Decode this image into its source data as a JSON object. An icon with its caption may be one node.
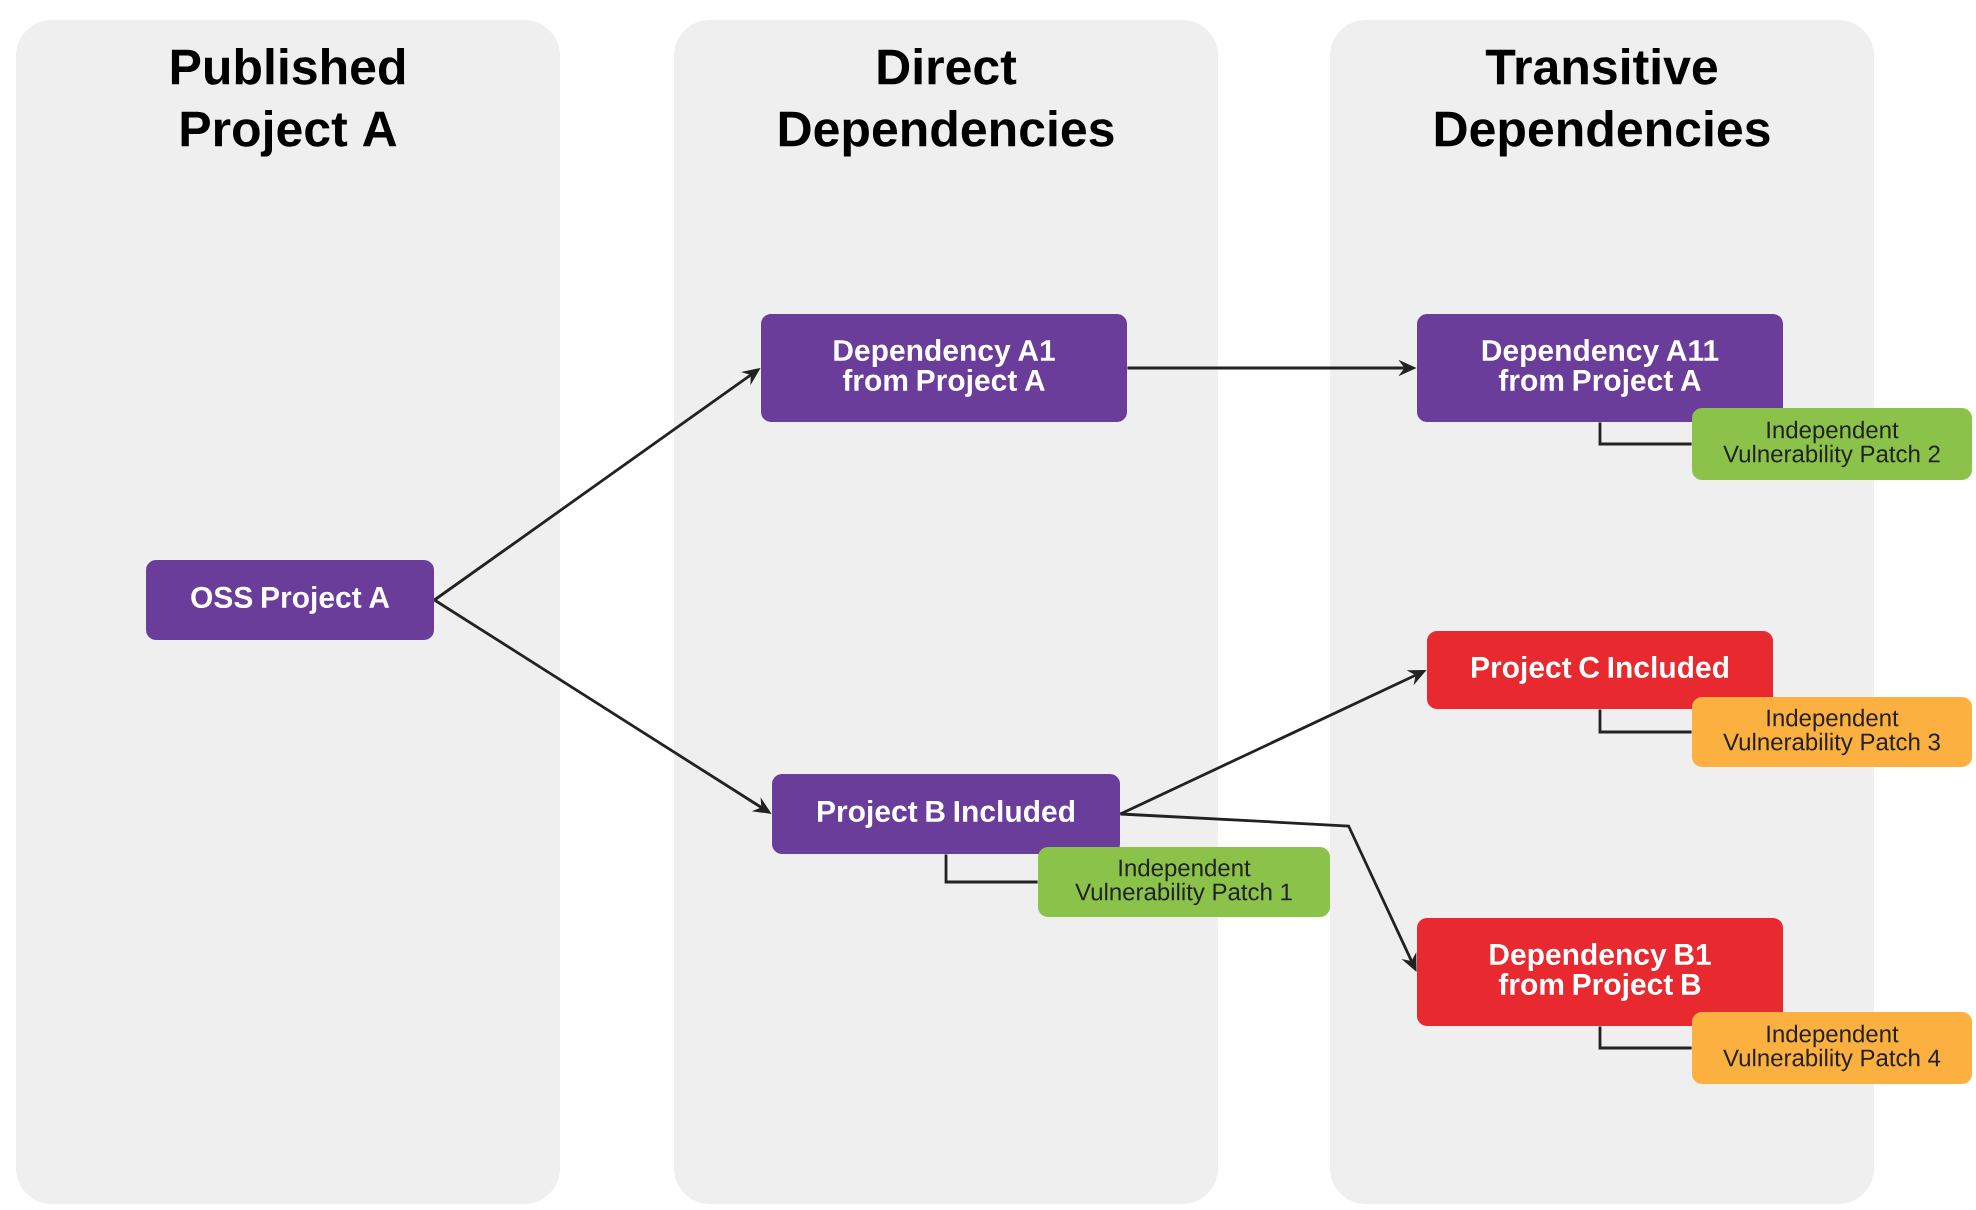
{
  "diagram": {
    "nodes": [
      {
        "text": [
          "Published Project A"
        ]
      },
      {
        "text": [
          "Direct Dependencies"
        ]
      },
      {
        "text": [
          "Transitive Dependencies"
        ]
      },
      {
        "text": [
          "OSS Project A"
        ],
        "in": 0
      },
      {
        "text": [
          "Dependency A1 from Project A"
        ],
        "in": 1
      },
      {
        "text": [
          "Project B Included"
        ],
        "in": 1
      },
      {
        "text": [
          "Independent Vulnerability Patch 1"
        ]
      },
      {
        "text": [
          "Dependency A11 from Project A"
        ],
        "in": 2
      },
      {
        "text": [
          "Independent Vulnerability Patch 2"
        ]
      },
      {
        "text": [
          "Project C Included"
        ],
        "in": 2
      },
      {
        "text": [
          "Independent Vulnerability Patch 3"
        ]
      },
      {
        "text": [
          "Dependency B1 from Project B"
        ],
        "in": 2
      },
      {
        "text": [
          "Independent Vulnerability Patch 4"
        ]
      }
    ],
    "edges": [
      {
        "from": 3,
        "to": 4,
        "arrow": "to"
      },
      {
        "from": 3,
        "to": 5,
        "arrow": "to"
      },
      {
        "from": 4,
        "to": 7,
        "arrow": "to"
      },
      {
        "from": 5,
        "to": 9,
        "arrow": "to"
      },
      {
        "from": 5,
        "to": 11,
        "arrow": "to"
      },
      {
        "from": 5,
        "to": 6,
        "arrow": "none"
      },
      {
        "from": 7,
        "to": 8,
        "arrow": "none"
      },
      {
        "from": 9,
        "to": 10,
        "arrow": "none"
      },
      {
        "from": 11,
        "to": 12,
        "arrow": "none"
      }
    ]
  }
}
